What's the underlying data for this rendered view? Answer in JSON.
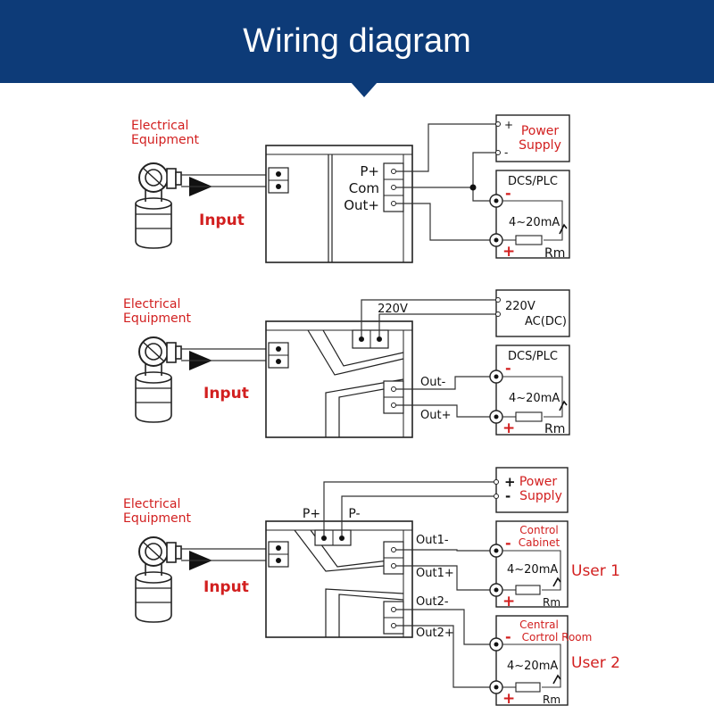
{
  "header": {
    "title": "Wiring diagram",
    "color": "#0d3b78"
  },
  "colors": {
    "label_red": "#d21f1f",
    "line": "#333333"
  },
  "diagram1": {
    "equipment_label": [
      "Electrical",
      "Equipment"
    ],
    "input_label": "Input",
    "terminals": [
      "P+",
      "Com",
      "Out+"
    ],
    "power_supply": {
      "plus": "+",
      "minus": "-",
      "label": [
        "Power",
        "Supply"
      ]
    },
    "receiver": {
      "title": "DCS/PLC",
      "minus": "-",
      "current": "4~20mA",
      "plus": "+",
      "load": "Rm"
    }
  },
  "diagram2": {
    "equipment_label": [
      "Electrical",
      "Equipment"
    ],
    "input_label": "Input",
    "supply_tag": "220V",
    "supply_box": [
      "220V",
      "AC(DC)"
    ],
    "outputs": [
      "Out-",
      "Out+"
    ],
    "receiver": {
      "title": "DCS/PLC",
      "minus": "-",
      "current": "4~20mA",
      "plus": "+",
      "load": "Rm"
    }
  },
  "diagram3": {
    "equipment_label": [
      "Electrical",
      "Equipment"
    ],
    "input_label": "Input",
    "supply_terminals": [
      "P+",
      "P-"
    ],
    "power_supply": {
      "plus": "+",
      "minus": "-",
      "label": [
        "Power",
        "Supply"
      ]
    },
    "outputs": [
      "Out1-",
      "Out1+",
      "Out2-",
      "Out2+"
    ],
    "receiver1": {
      "title": [
        "Control",
        "Cabinet"
      ],
      "minus": "-",
      "current": "4~20mA",
      "plus": "+",
      "load": "Rm",
      "user": "User 1"
    },
    "receiver2": {
      "title": [
        "Central",
        "Cortrol Room"
      ],
      "minus": "-",
      "current": "4~20mA",
      "plus": "+",
      "load": "Rm",
      "user": "User 2"
    }
  }
}
